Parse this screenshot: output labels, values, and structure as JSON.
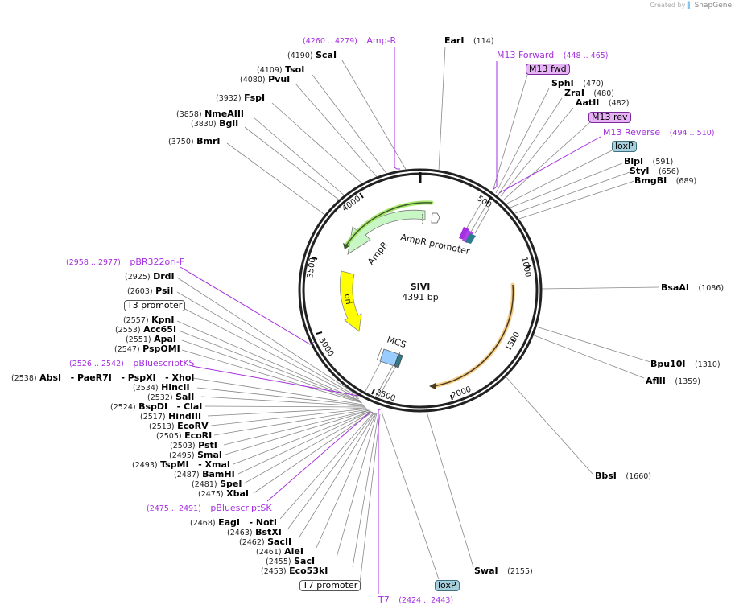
{
  "credit": {
    "text": "Created by",
    "brand": "SnapGene"
  },
  "plasmid": {
    "name": "SIVI",
    "length": "4391 bp"
  },
  "ruler_ticks": [
    "500",
    "1000",
    "1500",
    "2000",
    "2500",
    "3000",
    "3500",
    "4000"
  ],
  "features": [
    {
      "name": "AmpR",
      "color": "#c8f7c5"
    },
    {
      "name": "AmpR promoter",
      "color": "#ffffff"
    },
    {
      "name": "ori",
      "color": "#ffff00"
    },
    {
      "name": "MCS",
      "color": "#99ccff"
    }
  ],
  "primers": [
    {
      "name": "Amp-R",
      "range": "(4260 .. 4279)"
    },
    {
      "name": "M13 Forward",
      "range": "(448 .. 465)"
    },
    {
      "name": "M13 Reverse",
      "range": "(494 .. 510)"
    },
    {
      "name": "pBR322ori-F",
      "range": "(2958 .. 2977)"
    },
    {
      "name": "pBluescriptKS",
      "range": "(2526 .. 2542)"
    },
    {
      "name": "pBluescriptSK",
      "range": "(2475 .. 2491)"
    },
    {
      "name": "T7",
      "range": "(2424 .. 2443)"
    }
  ],
  "tags": {
    "m13fwd": "M13 fwd",
    "m13rev": "M13 rev",
    "loxp_top": "loxP",
    "loxp_bottom": "loxP",
    "t3": "T3 promoter",
    "t7": "T7 promoter"
  },
  "enzymes": {
    "EarI": {
      "name": "EarI",
      "pos": "(114)"
    },
    "SphI": {
      "name": "SphI",
      "pos": "(470)"
    },
    "ZraI": {
      "name": "ZraI",
      "pos": "(480)"
    },
    "AatII": {
      "name": "AatII",
      "pos": "(482)"
    },
    "BlpI": {
      "name": "BlpI",
      "pos": "(591)"
    },
    "StyI": {
      "name": "StyI",
      "pos": "(656)"
    },
    "BmgBI": {
      "name": "BmgBI",
      "pos": "(689)"
    },
    "BsaAI": {
      "name": "BsaAI",
      "pos": "(1086)"
    },
    "Bpu10I": {
      "name": "Bpu10I",
      "pos": "(1310)"
    },
    "AflII": {
      "name": "AflII",
      "pos": "(1359)"
    },
    "BbsI": {
      "name": "BbsI",
      "pos": "(1660)"
    },
    "SwaI": {
      "name": "SwaI",
      "pos": "(2155)"
    },
    "ScaI": {
      "name": "ScaI",
      "pos": "(4190)"
    },
    "TsoI": {
      "name": "TsoI",
      "pos": "(4109)"
    },
    "PvuI": {
      "name": "PvuI",
      "pos": "(4080)"
    },
    "FspI": {
      "name": "FspI",
      "pos": "(3932)"
    },
    "NmeAIII": {
      "name": "NmeAIII",
      "pos": "(3858)"
    },
    "BglI": {
      "name": "BglI",
      "pos": "(3830)"
    },
    "BmrI": {
      "name": "BmrI",
      "pos": "(3750)"
    },
    "DrdI": {
      "name": "DrdI",
      "pos": "(2925)"
    },
    "PsiI": {
      "name": "PsiI",
      "pos": "(2603)"
    },
    "KpnI": {
      "name": "KpnI",
      "pos": "(2557)"
    },
    "Acc65I": {
      "name": "Acc65I",
      "pos": "(2553)"
    },
    "ApaI": {
      "name": "ApaI",
      "pos": "(2551)"
    },
    "PspOMI": {
      "name": "PspOMI",
      "pos": "(2547)"
    },
    "AbsI": {
      "name": "AbsI",
      "pos": "(2538)",
      "isos": [
        "- PaeR7I",
        "- PspXI",
        "- XhoI"
      ]
    },
    "HincII": {
      "name": "HincII",
      "pos": "(2534)"
    },
    "SalI": {
      "name": "SalI",
      "pos": "(2532)"
    },
    "BspDI": {
      "name": "BspDI",
      "pos": "(2524)",
      "isos": [
        "- ClaI"
      ]
    },
    "HindIII": {
      "name": "HindIII",
      "pos": "(2517)"
    },
    "EcoRV": {
      "name": "EcoRV",
      "pos": "(2513)"
    },
    "EcoRI": {
      "name": "EcoRI",
      "pos": "(2505)"
    },
    "PstI": {
      "name": "PstI",
      "pos": "(2503)"
    },
    "SmaI": {
      "name": "SmaI",
      "pos": "(2495)"
    },
    "TspMI": {
      "name": "TspMI",
      "pos": "(2493)",
      "isos": [
        "- XmaI"
      ]
    },
    "BamHI": {
      "name": "BamHI",
      "pos": "(2487)"
    },
    "SpeI": {
      "name": "SpeI",
      "pos": "(2481)"
    },
    "XbaI": {
      "name": "XbaI",
      "pos": "(2475)"
    },
    "EagI": {
      "name": "EagI",
      "pos": "(2468)",
      "isos": [
        "- NotI"
      ]
    },
    "BstXI": {
      "name": "BstXI",
      "pos": "(2463)"
    },
    "SacII": {
      "name": "SacII",
      "pos": "(2462)"
    },
    "AleI": {
      "name": "AleI",
      "pos": "(2461)"
    },
    "SacI": {
      "name": "SacI",
      "pos": "(2455)"
    },
    "Eco53kI": {
      "name": "Eco53kI",
      "pos": "(2453)"
    }
  }
}
